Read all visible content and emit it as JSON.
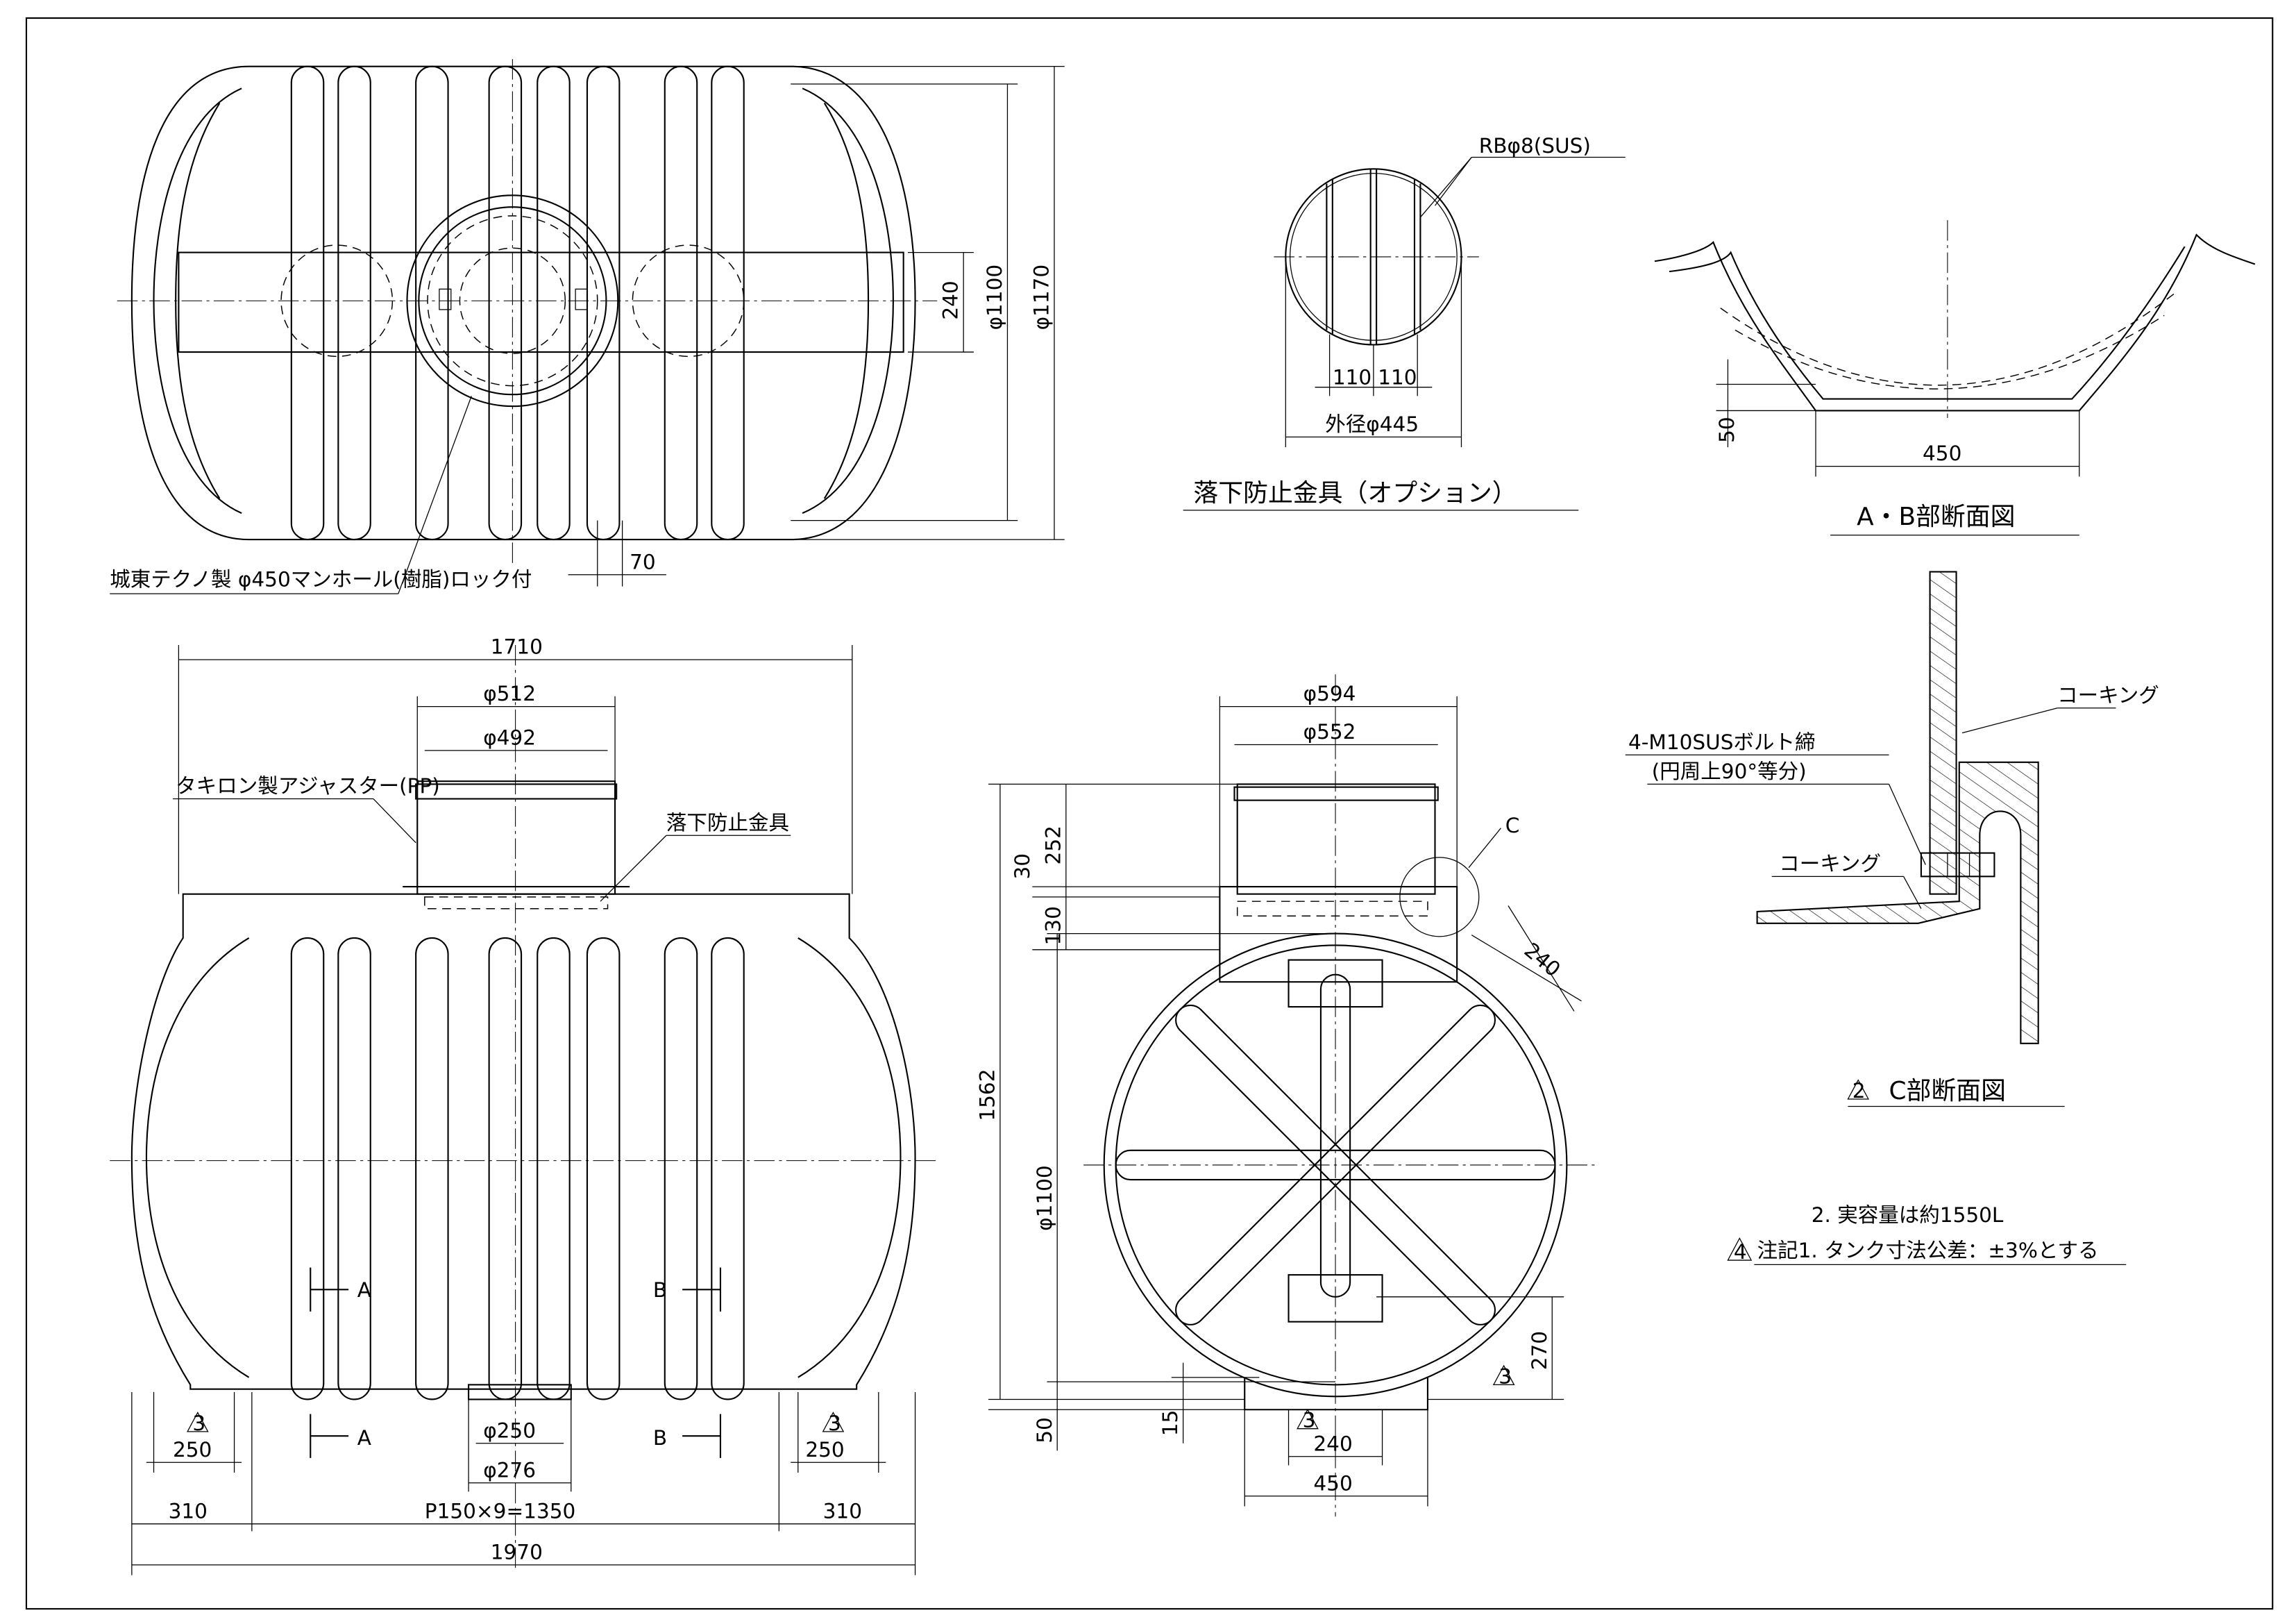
{
  "plan_view": {
    "manhole_label": "城東テクノ製 φ450マンホール(樹脂)ロック付",
    "dim_240": "240",
    "dim_1100": "φ1100",
    "dim_1170": "φ1170",
    "dim_70": "70"
  },
  "fall_guard": {
    "rebar_label": "RBφ8(SUS)",
    "dim_110_left": "110",
    "dim_110_right": "110",
    "outer_dia": "外径φ445",
    "title": "落下防止金具（オプション）"
  },
  "ab_section": {
    "dim_50": "50",
    "dim_450": "450",
    "title": "A・B部断面図"
  },
  "c_section": {
    "caulking_top": "コーキング",
    "bolt_label": "4-M10SUSボルト締",
    "bolt_note": "(円周上90°等分)",
    "caulking_bottom": "コーキング",
    "revision_mark": "2",
    "title": "C部断面図"
  },
  "notes": {
    "note_2": "2. 実容量は約1550L",
    "revision_mark": "4",
    "note_1": "注記1. タンク寸法公差：±3%とする"
  },
  "front_view": {
    "dim_1710": "1710",
    "dim_512": "φ512",
    "dim_492": "φ492",
    "adjuster_label": "タキロン製アジャスター(PP)",
    "fall_guard_label": "落下防止金具",
    "section_a": "A",
    "section_b": "B",
    "rev_mark_left": "3",
    "dim_250_left": "250",
    "dim_250_foot": "φ250",
    "dim_276_foot": "φ276",
    "rev_mark_right": "3",
    "dim_250_right": "250",
    "dim_310_left": "310",
    "dim_pitch": "P150×9=1350",
    "dim_310_right": "310",
    "dim_1970": "1970"
  },
  "side_view": {
    "dim_594": "φ594",
    "dim_552": "φ552",
    "detail_c": "C",
    "dim_252": "252",
    "dim_30": "30",
    "dim_130": "130",
    "dim_1562": "1562",
    "dim_1100": "φ1100",
    "dim_240_diag": "240",
    "dim_270": "270",
    "rev_mark_270": "3",
    "dim_50": "50",
    "dim_15": "15",
    "rev_mark_foot": "3",
    "dim_240_foot": "240",
    "dim_450_foot": "450"
  }
}
